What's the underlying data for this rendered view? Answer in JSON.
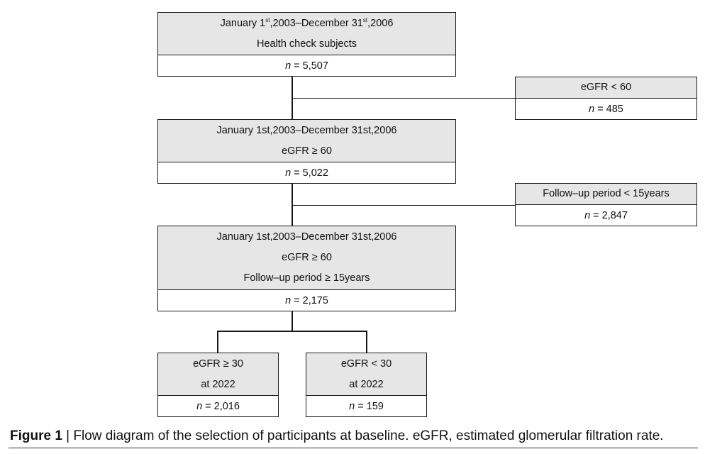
{
  "boxes": {
    "b1": {
      "line1_pre": "January 1",
      "line1_sup1": "st",
      "line1_mid": ",2003–December 31",
      "line1_sup2": "st",
      "line1_post": ",2006",
      "line2": "Health check subjects",
      "n_label": "n",
      "n_value": "= 5,507"
    },
    "ex1": {
      "line1": "eGFR < 60",
      "n_label": "n",
      "n_value": "= 485"
    },
    "b2": {
      "line1": "January 1st,2003–December 31st,2006",
      "line2": "eGFR ≥ 60",
      "n_label": "n",
      "n_value": "= 5,022"
    },
    "ex2": {
      "line1": "Follow–up period < 15years",
      "n_label": "n",
      "n_value": "= 2,847"
    },
    "b3": {
      "line1": "January 1st,2003–December 31st,2006",
      "line2": "eGFR ≥ 60",
      "line3": "Follow–up period ≥ 15years",
      "n_label": "n",
      "n_value": "= 2,175"
    },
    "b4": {
      "line1": "eGFR ≥ 30",
      "line2": "at 2022",
      "n_label": "n",
      "n_value": "= 2,016"
    },
    "b5": {
      "line1": "eGFR < 30",
      "line2": "at 2022",
      "n_label": "n",
      "n_value": "= 159"
    }
  },
  "caption": {
    "label": "Figure 1",
    "separator": " | ",
    "text": "Flow diagram of the selection of participants at baseline. eGFR, estimated glomerular filtration rate."
  }
}
